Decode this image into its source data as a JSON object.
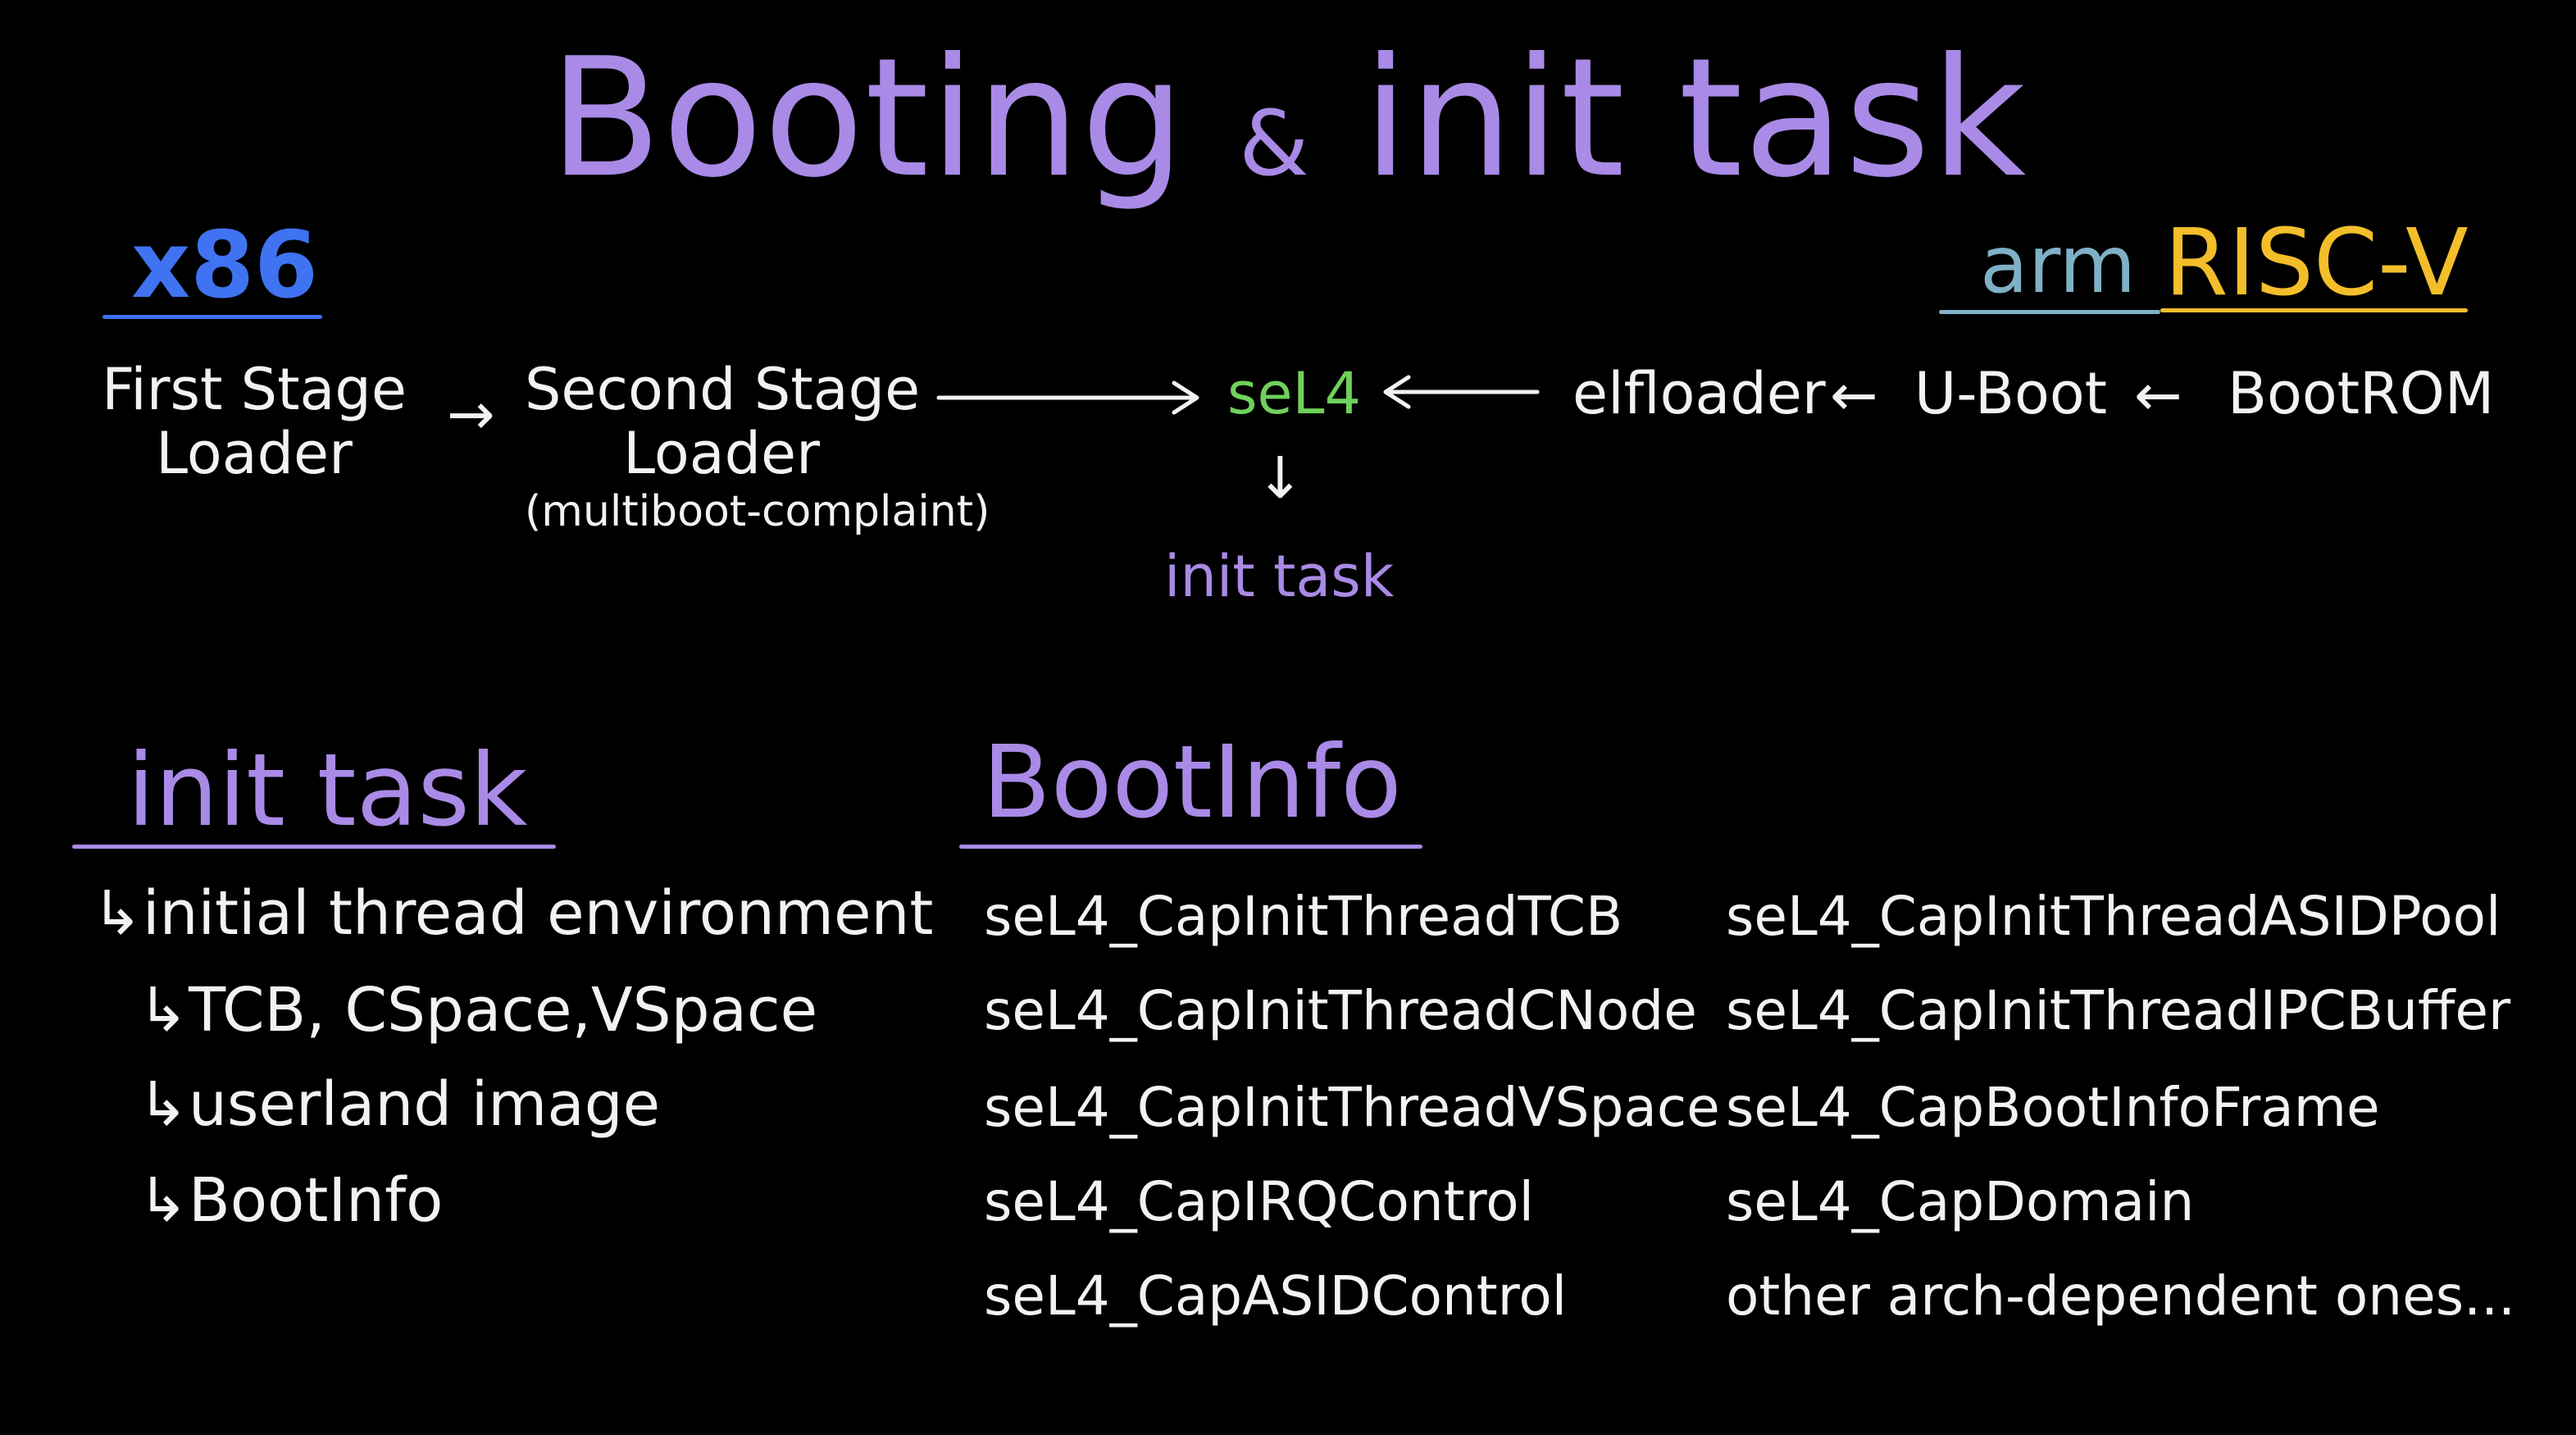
{
  "title": {
    "main": "Booting",
    "amp": "&",
    "rest": "init task"
  },
  "arch": {
    "x86": "x86",
    "arm": "arm",
    "riscv": "RISC-V"
  },
  "flow": {
    "first_stage_1": "First Stage",
    "first_stage_2": "Loader",
    "second_stage_1": "Second Stage",
    "second_stage_2": "Loader",
    "second_stage_note": "(multiboot-complaint)",
    "sel4": "seL4",
    "elfloader": "elfloader",
    "uboot": "U-Boot",
    "bootrom": "BootROM",
    "init_task": "init task",
    "arrow_right": "→",
    "arrow_left": "←",
    "arrow_down": "↓"
  },
  "init_task_section": {
    "heading": "init task",
    "items": [
      "initial thread environment",
      "TCB, CSpace,VSpace",
      "userland image",
      "BootInfo"
    ],
    "bullet": "↳"
  },
  "bootinfo_section": {
    "heading": "BootInfo",
    "left": [
      "seL4_CapInitThreadTCB",
      "seL4_CapInitThreadCNode",
      "seL4_CapInitThreadVSpace",
      "seL4_CapIRQControl",
      "seL4_CapASIDControl"
    ],
    "right": [
      "seL4_CapInitThreadASIDPool",
      "seL4_CapInitThreadIPCBuffer",
      "seL4_CapBootInfoFrame",
      "seL4_CapDomain",
      "other arch-dependent ones..."
    ]
  },
  "colors": {
    "background": "#000000",
    "title": "#a98ae6",
    "x86": "#3f73f2",
    "arm": "#7fb0c6",
    "riscv": "#f2be2a",
    "sel4": "#6fd15b",
    "text": "#f2f2f2"
  }
}
